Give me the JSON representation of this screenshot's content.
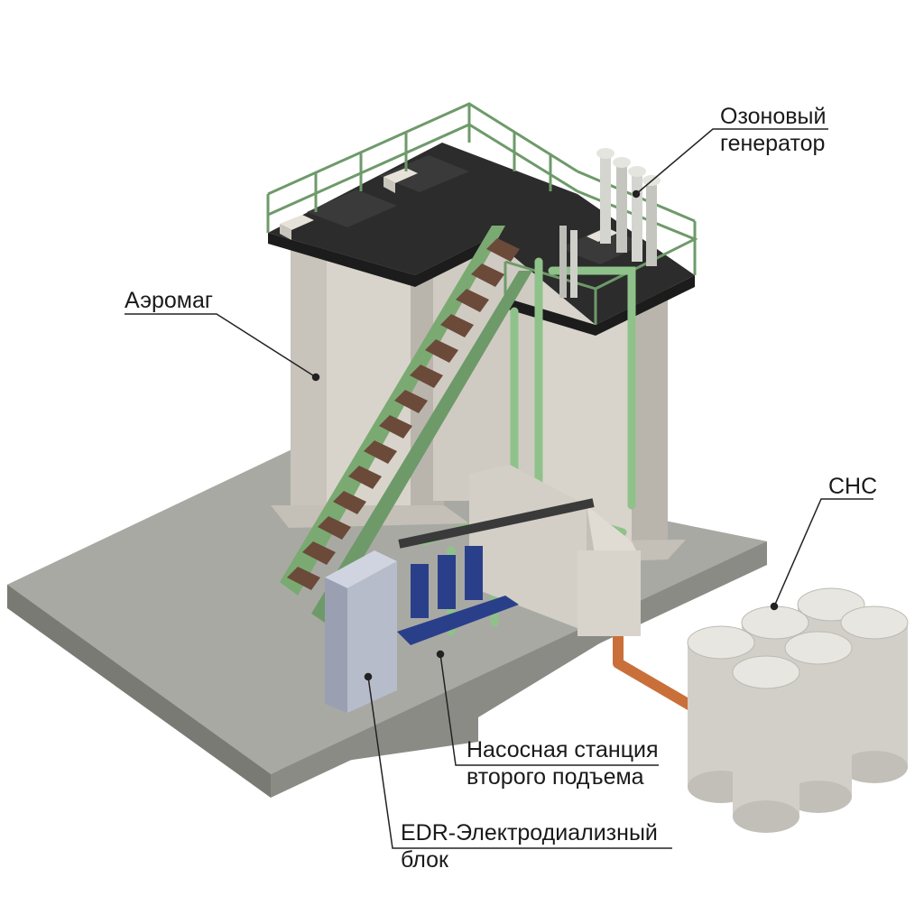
{
  "labels": {
    "ozone": [
      "Озоновый",
      "генератор"
    ],
    "aeromag": "Аэромаг",
    "snc": "СНС",
    "pump": [
      "Насосная станция",
      "второго подъема"
    ],
    "edr": [
      "EDR-Электродиализный",
      "блок"
    ]
  },
  "colors": {
    "slab_top": "#a9a9a4",
    "slab_side": "#8b8b86",
    "tank": "#d8d4cb",
    "tank_dark": "#b9b5ac",
    "roof": "#2c2c2c",
    "rail": "#6e9a6a",
    "pipe_green": "#8fc28a",
    "step": "#6b4a3a",
    "pipe_copper": "#c9703a",
    "cabinet": "#b7bccb",
    "pump_blue": "#2a3f8a",
    "leader": "#222222"
  }
}
